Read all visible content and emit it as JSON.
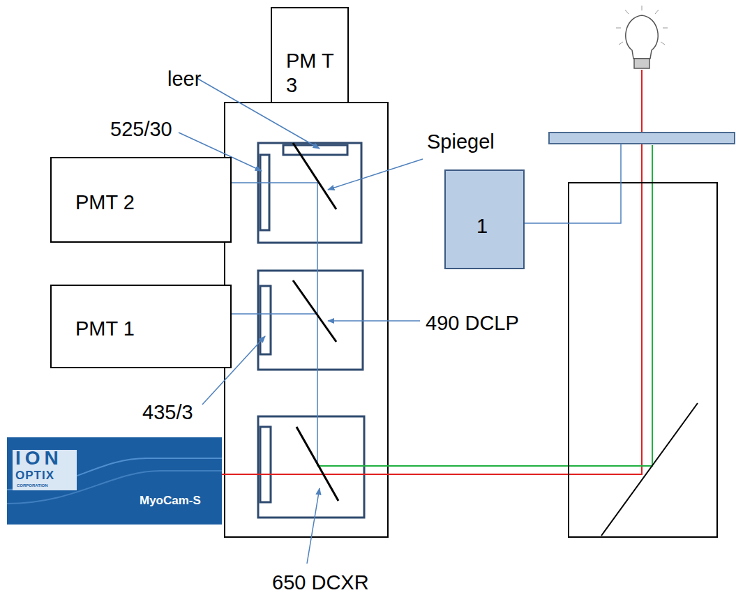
{
  "diagram": {
    "nodes": [
      {
        "text": [
          "PM T 3"
        ]
      },
      {
        "text": [
          "PMT 2"
        ]
      },
      {
        "text": [
          "PMT 1"
        ]
      },
      {
        "text": [
          "1"
        ]
      },
      {
        "text": [
          "ION",
          "OPTIX",
          "CORPORATION",
          "MyoCam-S"
        ]
      }
    ],
    "labels": [
      "leer",
      "525/30",
      "Spiegel",
      "490 DCLP",
      "435/3",
      "650 DCXR"
    ]
  }
}
